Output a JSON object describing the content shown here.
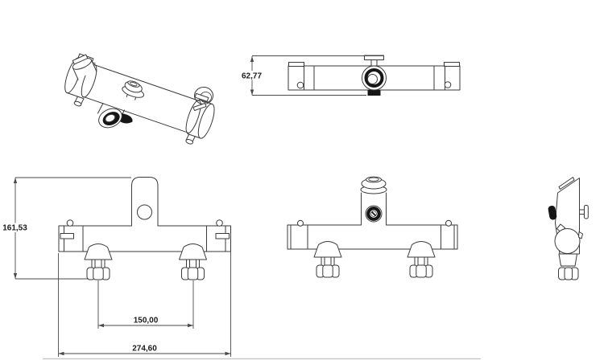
{
  "document": {
    "type": "technical-drawing",
    "subject": "thermostatic-shower-mixer-valve",
    "background_color": "#ffffff"
  },
  "style": {
    "line_color": "#3a3a3a",
    "dimension_line_color": "#4a4a4a",
    "dark_fill_color": "#161616",
    "text_color": "#1c1c1c",
    "artifact_line_color": "#c9c9c9"
  },
  "dimensions": {
    "body_depth": {
      "value": "62,77"
    },
    "overall_height": {
      "value": "161,53"
    },
    "inlet_spacing": {
      "value": "150,00"
    },
    "overall_width": {
      "value": "274,60"
    }
  }
}
